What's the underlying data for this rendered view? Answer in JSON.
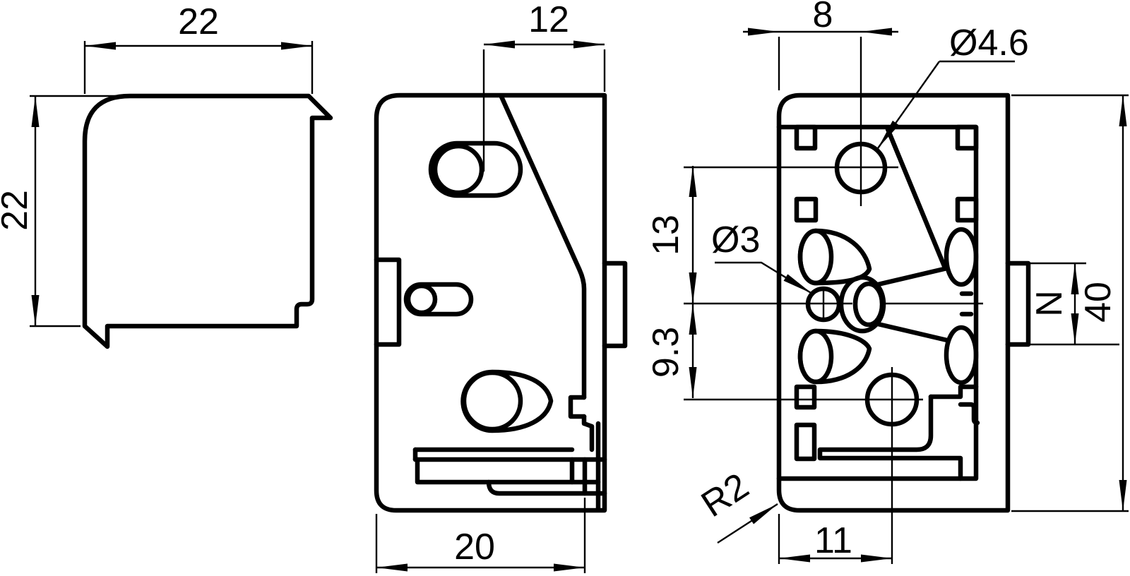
{
  "drawing": {
    "title": "corner-bracket-three-view-drawing",
    "colors": {
      "line": "#000000",
      "background": "#ffffff"
    },
    "views": {
      "top_view": {
        "dim_width": "22",
        "dim_height": "22"
      },
      "side_view": {
        "dim_top": "12",
        "dim_bottom": "20"
      },
      "front_view": {
        "dim_top": "8",
        "dim_hole_top": "Ø4.6",
        "dim_left_upper": "13",
        "dim_hole_center": "Ø3",
        "dim_left_lower": "9.3",
        "dim_tab": "N",
        "dim_height": "40",
        "dim_corner_radius": "R2",
        "dim_bottom": "11"
      }
    }
  }
}
